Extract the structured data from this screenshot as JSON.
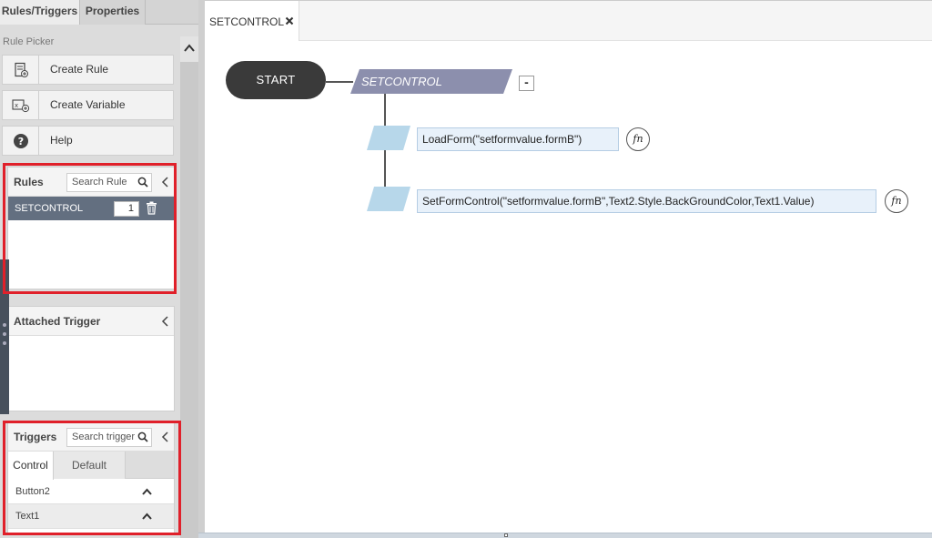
{
  "left_panel": {
    "tabs": [
      {
        "label": "Rules/Triggers",
        "active": true
      },
      {
        "label": "Properties",
        "active": false
      }
    ],
    "rule_picker": {
      "title": "Rule Picker",
      "create_rule": "Create Rule",
      "create_variable": "Create Variable",
      "help": "Help"
    },
    "rules": {
      "title": "Rules",
      "search_placeholder": "Search Rule",
      "items": [
        {
          "name": "SETCONTROL",
          "count": "1"
        }
      ]
    },
    "attached_trigger": {
      "title": "Attached Trigger"
    },
    "triggers": {
      "title": "Triggers",
      "search_placeholder": "Search trigger",
      "tabs": [
        {
          "label": "Control",
          "active": true
        },
        {
          "label": "Default",
          "active": false
        }
      ],
      "items": [
        {
          "name": "Button2"
        },
        {
          "name": "Text1"
        }
      ]
    }
  },
  "editor": {
    "tab_label": "SETCONTROL",
    "start_label": "START",
    "rule_label": "SETCONTROL",
    "collapse_symbol": "-",
    "actions": [
      {
        "text": "LoadForm(\"setformvalue.formB\")",
        "fn_label": "fn"
      },
      {
        "text": "SetFormControl(\"setformvalue.formB\",Text2.Style.BackGroundColor,Text1.Value)",
        "fn_label": "fn"
      }
    ]
  },
  "colors": {
    "rule_row_bg": "#636f80",
    "rule_node_bg": "#8c8fad",
    "action_para": "#b7d7ea",
    "highlight_red": "#e0202a",
    "start_node": "#3a3a3a"
  }
}
